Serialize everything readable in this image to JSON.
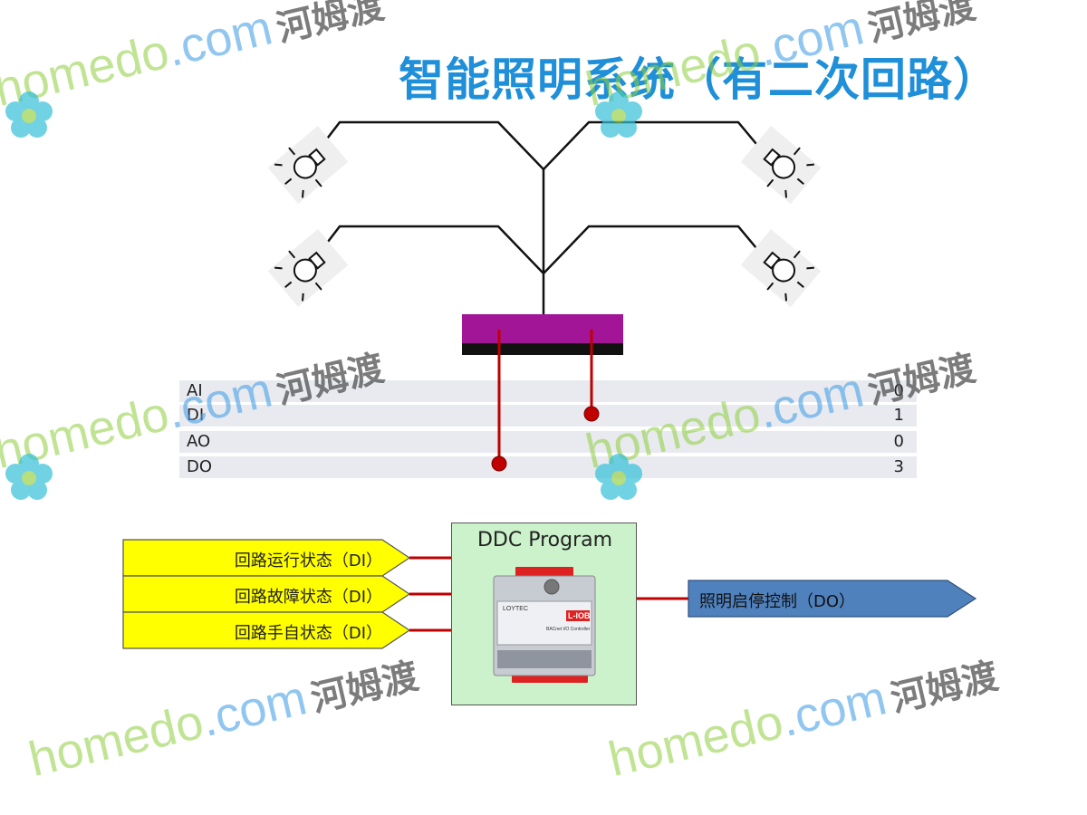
{
  "title": "智能照明系统（有二次回路）",
  "io_table": {
    "rows": [
      {
        "label": "AI",
        "count": "0"
      },
      {
        "label": "DI",
        "count": "1"
      },
      {
        "label": "AO",
        "count": "0"
      },
      {
        "label": "DO",
        "count": "3"
      }
    ]
  },
  "inputs": [
    {
      "label": "回路运行状态（DI）"
    },
    {
      "label": "回路故障状态（DI）"
    },
    {
      "label": "回路手自状态（DI）"
    }
  ],
  "controller": {
    "title": "DDC Program",
    "device_brand": "L-IOB",
    "device_subtitle": "BACnet I/O Controller",
    "device_maker": "LOYTEC"
  },
  "output": {
    "label": "照明启停控制（DO）"
  },
  "watermark": {
    "brand": "homedo",
    "domain": ".com",
    "chinese": "河姆渡"
  },
  "colors": {
    "title": "#1e8fd8",
    "panel": "#a31597",
    "signal_line": "#c00000",
    "input_arrow": "#ffff00",
    "output_arrow": "#4f81bd",
    "ddc_box": "#ccf2cc"
  }
}
